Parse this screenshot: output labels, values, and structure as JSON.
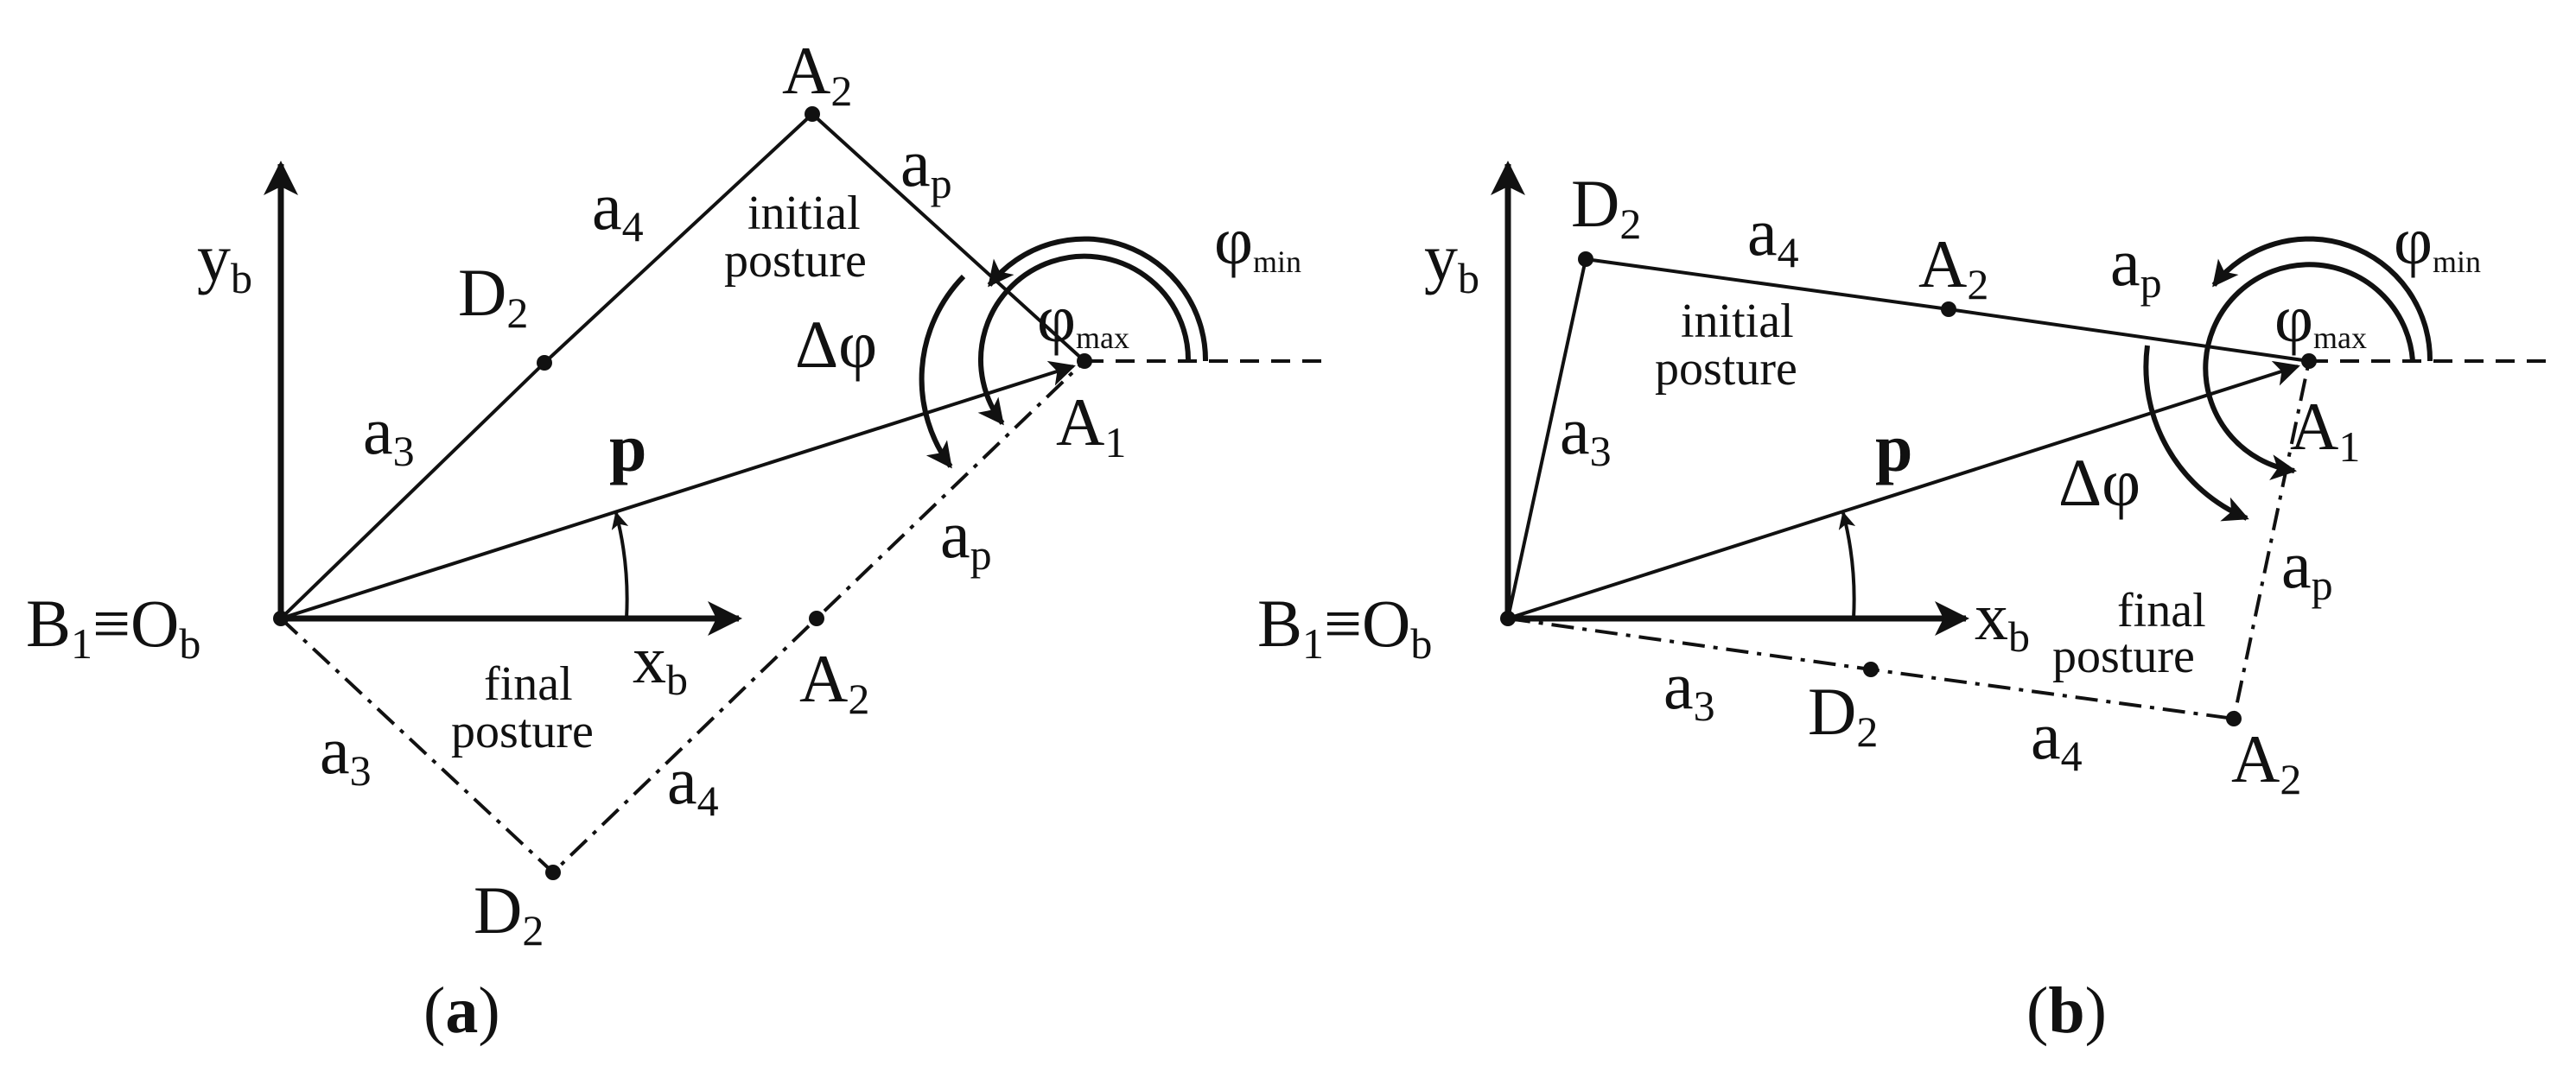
{
  "panel_a": {
    "caption_open": "(",
    "caption_letter": "a",
    "caption_close": ")",
    "origin": "B",
    "origin_sub": "1",
    "origin_eq": "≡O",
    "origin_sub2": "b",
    "xb": "x",
    "xb_sub": "b",
    "yb": "y",
    "yb_sub": "b",
    "p": "p",
    "A1": "A",
    "A1_sub": "1",
    "A2_top": "A",
    "A2_top_sub": "2",
    "A2_bottom": "A",
    "A2_bottom_sub": "2",
    "D2_top": "D",
    "D2_top_sub": "2",
    "D2_bottom": "D",
    "D2_bottom_sub": "2",
    "a3_top": "a",
    "a3_top_sub": "3",
    "a3_bottom": "a",
    "a3_bottom_sub": "3",
    "a4_top": "a",
    "a4_top_sub": "4",
    "a4_bottom": "a",
    "a4_bottom_sub": "4",
    "ap_top": "a",
    "ap_top_sub": "p",
    "ap_bottom": "a",
    "ap_bottom_sub": "p",
    "initial_1": "initial",
    "initial_2": "posture",
    "final_1": "final",
    "final_2": "posture",
    "dphi": "Δφ",
    "phimin": "φ",
    "phimin_sub": "min",
    "phimax": "φ",
    "phimax_sub": "max"
  },
  "panel_b": {
    "caption_open": "(",
    "caption_letter": "b",
    "caption_close": ")",
    "origin": "B",
    "origin_sub": "1",
    "origin_eq": "≡O",
    "origin_sub2": "b",
    "xb": "x",
    "xb_sub": "b",
    "yb": "y",
    "yb_sub": "b",
    "p": "p",
    "A1": "A",
    "A1_sub": "1",
    "A2_top": "A",
    "A2_top_sub": "2",
    "A2_bottom": "A",
    "A2_bottom_sub": "2",
    "D2_top": "D",
    "D2_top_sub": "2",
    "D2_bottom": "D",
    "D2_bottom_sub": "2",
    "a3_top": "a",
    "a3_top_sub": "3",
    "a3_bottom": "a",
    "a3_bottom_sub": "3",
    "a4_top": "a",
    "a4_top_sub": "4",
    "a4_bottom": "a",
    "a4_bottom_sub": "4",
    "ap_top": "a",
    "ap_top_sub": "p",
    "ap_bottom": "a",
    "ap_bottom_sub": "p",
    "initial_1": "initial",
    "initial_2": "posture",
    "final_1": "final",
    "final_2": "posture",
    "dphi": "Δφ",
    "phimin": "φ",
    "phimin_sub": "min",
    "phimax": "φ",
    "phimax_sub": "max"
  }
}
